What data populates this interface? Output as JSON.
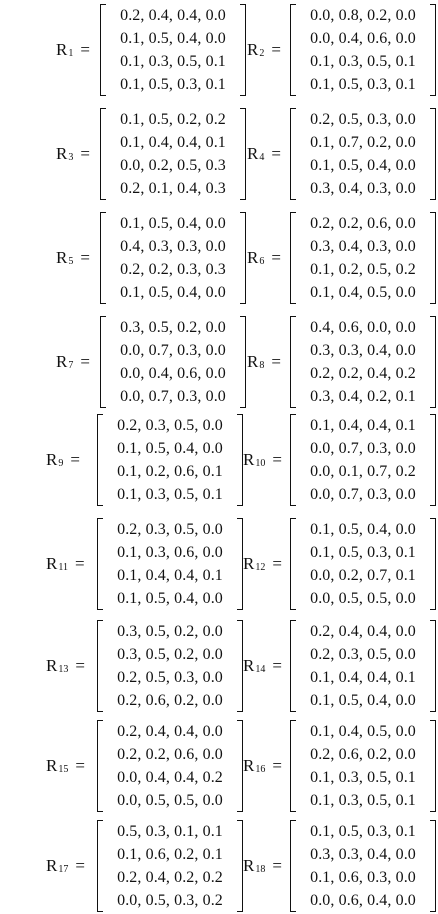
{
  "matrices": [
    {
      "label": "R",
      "sub": "1",
      "rows": [
        "0.2, 0.4, 0.4, 0.0",
        "0.1, 0.5, 0.4, 0.0",
        "0.1, 0.3, 0.5, 0.1",
        "0.1, 0.5, 0.3, 0.1"
      ]
    },
    {
      "label": "R",
      "sub": "2",
      "rows": [
        "0.0, 0.8, 0.2, 0.0",
        "0.0, 0.4, 0.6, 0.0",
        "0.1, 0.3, 0.5, 0.1",
        "0.1, 0.5, 0.3, 0.1"
      ]
    },
    {
      "label": "R",
      "sub": "3",
      "rows": [
        "0.1, 0.5, 0.2, 0.2",
        "0.1, 0.4, 0.4, 0.1",
        "0.0, 0.2, 0.5, 0.3",
        "0.2, 0.1, 0.4, 0.3"
      ]
    },
    {
      "label": "R",
      "sub": "4",
      "rows": [
        "0.2, 0.5, 0.3, 0.0",
        "0.1, 0.7, 0.2, 0.0",
        "0.1, 0.5, 0.4, 0.0",
        "0.3, 0.4, 0.3, 0.0"
      ]
    },
    {
      "label": "R",
      "sub": "5",
      "rows": [
        "0.1, 0.5, 0.4, 0.0",
        "0.4, 0.3, 0.3, 0.0",
        "0.2, 0.2, 0.3, 0.3",
        "0.1, 0.5, 0.4, 0.0"
      ]
    },
    {
      "label": "R",
      "sub": "6",
      "rows": [
        "0.2, 0.2, 0.6, 0.0",
        "0.3, 0.4, 0.3, 0.0",
        "0.1, 0.2, 0.5, 0.2",
        "0.1, 0.4, 0.5, 0.0"
      ]
    },
    {
      "label": "R",
      "sub": "7",
      "rows": [
        "0.3, 0.5, 0.2, 0.0",
        "0.0, 0.7, 0.3, 0.0",
        "0.0, 0.4, 0.6, 0.0",
        "0.0, 0.7, 0.3, 0.0"
      ]
    },
    {
      "label": "R",
      "sub": "8",
      "rows": [
        "0.4, 0.6, 0.0, 0.0",
        "0.3, 0.3, 0.4, 0.0",
        "0.2, 0.2, 0.4, 0.2",
        "0.3, 0.4, 0.2, 0.1"
      ]
    },
    {
      "label": "R",
      "sub": "9",
      "rows": [
        "0.2, 0.3, 0.5, 0.0",
        "0.1, 0.5, 0.4, 0.0",
        "0.1, 0.2, 0.6, 0.1",
        "0.1, 0.3, 0.5, 0.1"
      ]
    },
    {
      "label": "R",
      "sub": "10",
      "rows": [
        "0.1, 0.4, 0.4, 0.1",
        "0.0, 0.7, 0.3, 0.0",
        "0.0, 0.1, 0.7, 0.2",
        "0.0, 0.7, 0.3, 0.0"
      ]
    },
    {
      "label": "R",
      "sub": "11",
      "rows": [
        "0.2, 0.3, 0.5, 0.0",
        "0.1, 0.3, 0.6, 0.0",
        "0.1, 0.4, 0.4, 0.1",
        "0.1, 0.5, 0.4, 0.0"
      ]
    },
    {
      "label": "R",
      "sub": "12",
      "rows": [
        "0.1, 0.5, 0.4, 0.0",
        "0.1, 0.5, 0.3, 0.1",
        "0.0, 0.2, 0.7, 0.1",
        "0.0, 0.5, 0.5, 0.0"
      ]
    },
    {
      "label": "R",
      "sub": "13",
      "rows": [
        "0.3, 0.5, 0.2, 0.0",
        "0.3, 0.5, 0.2, 0.0",
        "0.2, 0.5, 0.3, 0.0",
        "0.2, 0.6, 0.2, 0.0"
      ]
    },
    {
      "label": "R",
      "sub": "14",
      "rows": [
        "0.2, 0.4, 0.4, 0.0",
        "0.2, 0.3, 0.5, 0.0",
        "0.1, 0.4, 0.4, 0.1",
        "0.1, 0.5, 0.4, 0.0"
      ]
    },
    {
      "label": "R",
      "sub": "15",
      "rows": [
        "0.2, 0.4, 0.4, 0.0",
        "0.2, 0.2, 0.6, 0.0",
        "0.0, 0.4, 0.4, 0.2",
        "0.0, 0.5, 0.5, 0.0"
      ]
    },
    {
      "label": "R",
      "sub": "16",
      "rows": [
        "0.1, 0.4, 0.5, 0.0",
        "0.2, 0.6, 0.2, 0.0",
        "0.1, 0.3, 0.5, 0.1",
        "0.1, 0.3, 0.5, 0.1"
      ]
    },
    {
      "label": "R",
      "sub": "17",
      "rows": [
        "0.5, 0.3, 0.1, 0.1",
        "0.1, 0.6, 0.2, 0.1",
        "0.2, 0.4, 0.2, 0.2",
        "0.0, 0.5, 0.3, 0.2"
      ]
    },
    {
      "label": "R",
      "sub": "18",
      "rows": [
        "0.1, 0.5, 0.3, 0.1",
        "0.3, 0.3, 0.4, 0.0",
        "0.1, 0.6, 0.3, 0.0",
        "0.0, 0.6, 0.4, 0.0"
      ]
    }
  ],
  "equals_sign": "="
}
